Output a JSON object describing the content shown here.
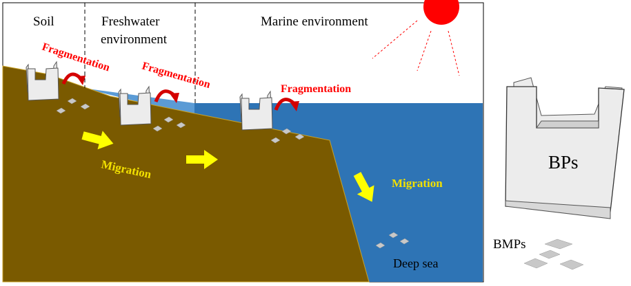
{
  "zones": {
    "soil": "Soil",
    "freshwater_line1": "Freshwater",
    "freshwater_line2": "environment",
    "marine": "Marine environment"
  },
  "process_labels": {
    "fragmentation": [
      "Fragmentation",
      "Fragmentation",
      "Fragmentation"
    ],
    "migration": [
      "Migration",
      "Migration"
    ]
  },
  "places": {
    "deep_sea": "Deep sea"
  },
  "legend": {
    "bag": "BPs",
    "micro": "BMPs"
  },
  "colors": {
    "soil": "#7a5a00",
    "sea": "#2e74b5",
    "freshwater": "#5b9bd5",
    "sun": "#ff0000",
    "fragmentation_text": "#ff0000",
    "migration_text": "#f2e000",
    "arrow_yellow": "#ffff00",
    "bag_fill": "#ececec",
    "bag_stroke": "#555555",
    "flake": "#c8c8c8"
  },
  "icons": [
    "sun-icon",
    "plastic-bag-icon",
    "curved-arrow-icon",
    "arrow-icon",
    "microplastic-flake-icon"
  ]
}
